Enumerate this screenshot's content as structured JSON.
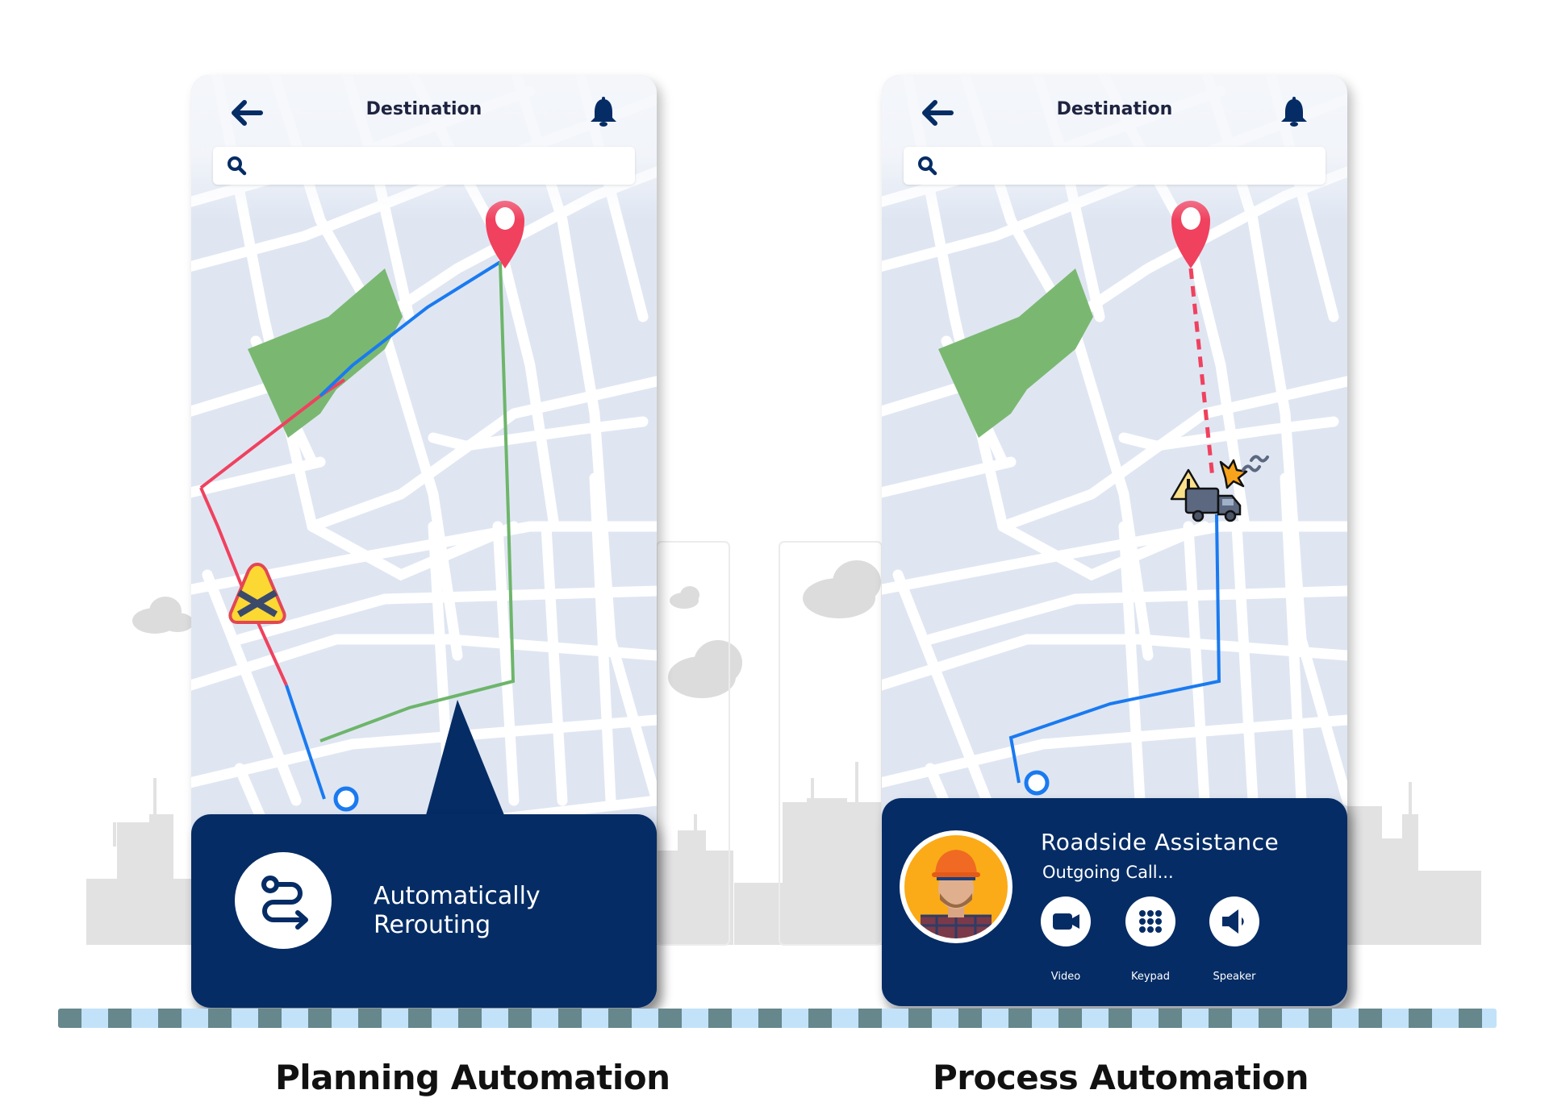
{
  "colors": {
    "navy": "#052c65",
    "route_blue": "#1a7af0",
    "route_red": "#f0415f",
    "route_green": "#6db56a",
    "park_green": "#7ab871",
    "map_bg": "#dfe6f2",
    "road": "#ffffff",
    "pin_red": "#f0415f",
    "track_dark": "#66878c",
    "track_light": "#c2e2f9",
    "skyline_gray": "#e2e2e2"
  },
  "panels": [
    {
      "header": {
        "title": "Destination",
        "back_icon": "arrow-left-icon",
        "bell_icon": "bell-icon"
      },
      "search": {
        "placeholder": "",
        "value": "",
        "icon": "search-icon"
      },
      "map": {
        "markers": [
          "destination-pin-icon",
          "railroad-crossing-warning-icon",
          "origin-marker-icon"
        ],
        "routes": [
          "blue",
          "red",
          "green"
        ]
      },
      "card": {
        "icon": "reroute-icon",
        "line1": "Automatically",
        "line2": "Rerouting"
      },
      "caption": "Planning Automation"
    },
    {
      "header": {
        "title": "Destination",
        "back_icon": "arrow-left-icon",
        "bell_icon": "bell-icon"
      },
      "search": {
        "placeholder": "",
        "value": "",
        "icon": "search-icon"
      },
      "map": {
        "markers": [
          "destination-pin-icon",
          "truck-breakdown-icon",
          "warning-icon",
          "origin-marker-icon"
        ],
        "routes": [
          "blue",
          "red-dashed"
        ]
      },
      "card": {
        "avatar": "worker-avatar",
        "title": "Roadside Assistance",
        "status": "Outgoing Call...",
        "buttons": [
          {
            "label": "Video",
            "icon": "video-camera-icon"
          },
          {
            "label": "Keypad",
            "icon": "keypad-icon"
          },
          {
            "label": "Speaker",
            "icon": "speaker-icon"
          }
        ]
      },
      "caption": "Process Automation"
    }
  ]
}
